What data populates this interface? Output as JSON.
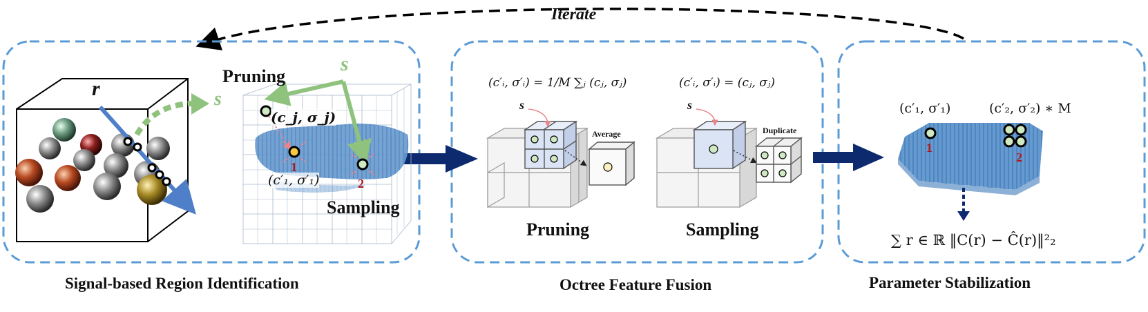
{
  "header": {
    "iterate_label": "Iterate"
  },
  "panel1": {
    "caption": "Signal-based Region Identification",
    "ray_label": "r",
    "signal_label_a": "s",
    "signal_label_b": "s",
    "pruning_label": "Pruning",
    "sampling_label": "Sampling",
    "source_point": "(c_j, σ_j)",
    "target_point": "(c′₁, σ′₁)",
    "marker_1": "1",
    "marker_2": "2"
  },
  "panel2": {
    "caption": "Octree Feature Fusion",
    "pruning_formula": "(c′ᵢ, σ′ᵢ) = 1/M ∑ⱼ (cⱼ, σⱼ)",
    "sampling_formula": "(c′ᵢ, σ′ᵢ) = (cⱼ, σⱼ)",
    "signal_label_a": "s",
    "signal_label_b": "s",
    "average_label": "Average",
    "duplicate_label": "Duplicate",
    "pruning_title": "Pruning",
    "sampling_title": "Sampling"
  },
  "panel3": {
    "caption": "Parameter Stabilization",
    "point1_label": "(c′₁, σ′₁)",
    "point2_label": "(c′₂, σ′₂) ∗ M",
    "marker_1": "1",
    "marker_2": "2",
    "loss_formula": "∑ r ∈ ℝ ‖C(r) − Ĉ(r)‖²₂"
  },
  "colors": {
    "panel_border": "#5b9bd5",
    "arrow_navy": "#0d2a6e",
    "signal_green": "#8fc37d",
    "ray_blue": "#4f7fc8",
    "point_cloud": "#2e6fb5",
    "marker_red": "#b0161c",
    "point_yellow": "#f5c842",
    "point_green": "#cfe9c2"
  }
}
